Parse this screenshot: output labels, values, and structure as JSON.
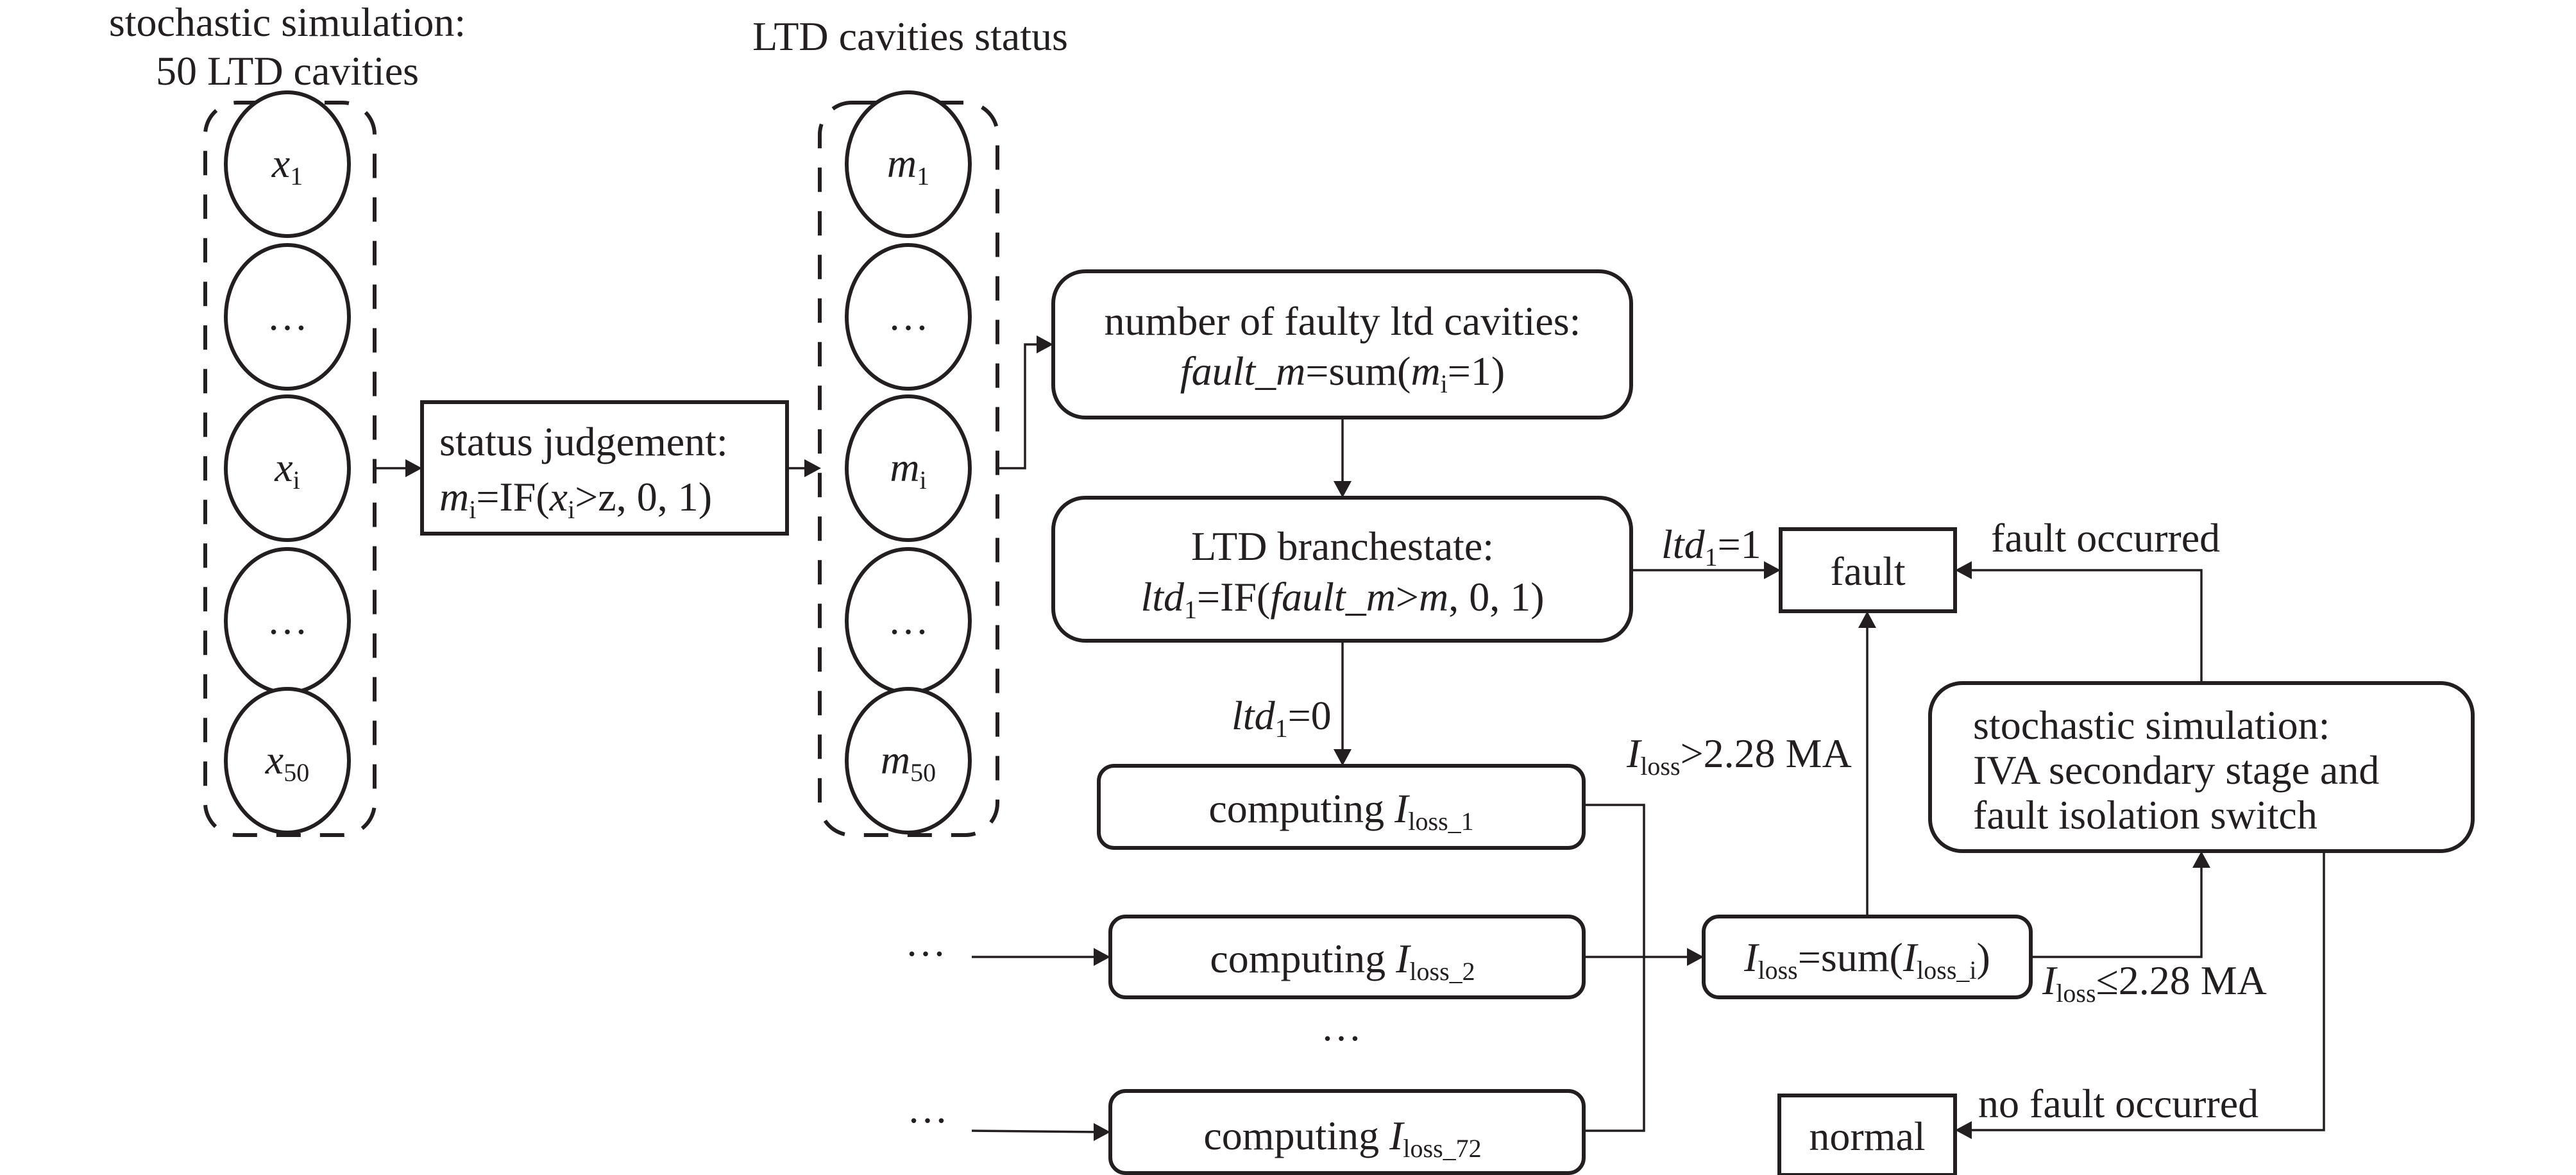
{
  "titles": {
    "left_line1": "stochastic simulation:",
    "left_line2": "50 LTD cavities",
    "middle": "LTD cavities status"
  },
  "x_column": [
    {
      "base": "x",
      "sub": "1"
    },
    {
      "base": "…",
      "sub": ""
    },
    {
      "base": "x",
      "sub": "i"
    },
    {
      "base": "…",
      "sub": ""
    },
    {
      "base": "x",
      "sub": "50"
    }
  ],
  "m_column": [
    {
      "base": "m",
      "sub": "1"
    },
    {
      "base": "…",
      "sub": ""
    },
    {
      "base": "m",
      "sub": "i"
    },
    {
      "base": "…",
      "sub": ""
    },
    {
      "base": "m",
      "sub": "50"
    }
  ],
  "status_judgement": {
    "line1": "status judgement:",
    "formula": {
      "lhs": "m",
      "lhs_sub": "i",
      "eq": "=IF(",
      "var": "x",
      "var_sub": "i",
      "rest": ">z, 0, 1)"
    }
  },
  "faulty_count": {
    "line1": "number of faulty ltd cavities:",
    "formula": {
      "lhs": "fault_m",
      "eq": "=sum(",
      "var": "m",
      "var_sub": "i",
      "rest": "=1)"
    }
  },
  "branch_state": {
    "line1": "LTD branchestate:",
    "formula": {
      "lhs": "ltd",
      "lhs_sub": "1",
      "eq": "=IF(",
      "var": "fault_m",
      "op": ">",
      "var2": "m",
      "rest": ", 0, 1)"
    }
  },
  "fault_box": "fault",
  "normal_box": "normal",
  "edge_labels": {
    "ltd1_eq1": {
      "base": "ltd",
      "sub": "1",
      "rest": "=1"
    },
    "ltd1_eq0": {
      "base": "ltd",
      "sub": "1",
      "rest": "=0"
    },
    "fault_occurred": "fault occurred",
    "no_fault_occurred": "no fault occurred",
    "iloss_gt": {
      "base": "I",
      "sub": "loss",
      "rest": ">2.28 MA"
    },
    "iloss_le": {
      "base": "I",
      "sub": "loss",
      "rest": "≤2.28 MA"
    }
  },
  "computing": [
    {
      "label": "computing ",
      "var": "I",
      "sub": "loss_1"
    },
    {
      "label": "computing ",
      "var": "I",
      "sub": "loss_2"
    },
    {
      "label": "computing ",
      "var": "I",
      "sub": "loss_72"
    }
  ],
  "ellipsis": "…",
  "sum_box": {
    "var": "I",
    "sub": "loss",
    "eq": "=sum(",
    "var2": "I",
    "sub2": "loss_i",
    "rest": ")"
  },
  "iva_box": {
    "line1": "stochastic simulation:",
    "line2": "IVA secondary stage and",
    "line3": "fault isolation switch"
  }
}
